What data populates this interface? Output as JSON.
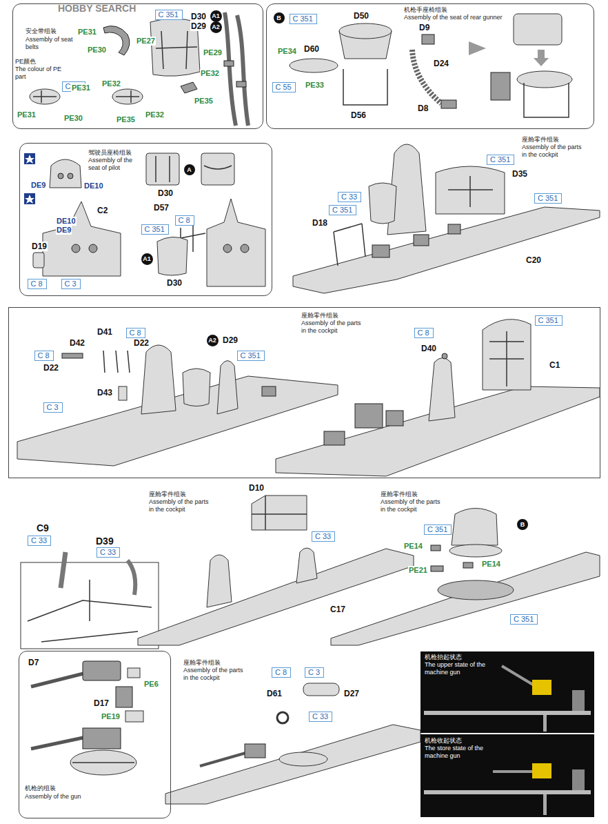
{
  "diagram": {
    "nodes": [
      {
        "text": [
          "安全带组装",
          "Assembly of seat belts"
        ]
      },
      {
        "text": [
          "C 351"
        ],
        "in": 0
      },
      {
        "text": [
          "C 55"
        ],
        "in": 0
      },
      {
        "text": [
          "A1"
        ],
        "in": 0
      },
      {
        "text": [
          "A2"
        ],
        "in": 0
      },
      {
        "text": [
          "机枪手座椅组装",
          "Assembly of the seat of rear gunner"
        ]
      },
      {
        "text": [
          "B"
        ],
        "in": 5
      },
      {
        "text": [
          "C 351"
        ],
        "in": 5
      },
      {
        "text": [
          "C 55"
        ],
        "in": 5
      },
      {
        "text": [
          "驾驶员座椅组装",
          "Assembly of the seat of pilot"
        ]
      },
      {
        "text": [
          "C 8"
        ],
        "in": 9
      },
      {
        "text": [
          "C 3"
        ],
        "in": 9
      },
      {
        "text": [
          "A"
        ],
        "in": 9
      },
      {
        "text": [
          "C 8"
        ],
        "in": 9
      },
      {
        "text": [
          "C 351"
        ],
        "in": 9
      },
      {
        "text": [
          "A1"
        ],
        "in": 9
      },
      {
        "text": [
          "C 351"
        ]
      },
      {
        "text": [
          "C 351"
        ]
      },
      {
        "text": [
          "C 33"
        ]
      },
      {
        "text": [
          "C 351"
        ]
      },
      {
        "text": [
          "座舱零件组装",
          "Assembly of the parts in the cockpit"
        ]
      },
      {
        "text": [
          "C 8"
        ],
        "in": 20
      },
      {
        "text": [
          "C 8"
        ],
        "in": 20
      },
      {
        "text": [
          "A2"
        ],
        "in": 20
      },
      {
        "text": [
          "C 351"
        ],
        "in": 20
      },
      {
        "text": [
          "C 3"
        ],
        "in": 20
      },
      {
        "text": [
          "C 8"
        ],
        "in": 20
      },
      {
        "text": [
          "C 351"
        ],
        "in": 20
      },
      {
        "text": [
          "C 33"
        ]
      },
      {
        "text": [
          "C 33"
        ]
      },
      {
        "text": [
          "C 33"
        ]
      },
      {
        "text": [
          "C 351"
        ]
      },
      {
        "text": [
          "B"
        ]
      },
      {
        "text": [
          "C 351"
        ]
      },
      {
        "text": [
          "机枪的组装",
          "Assembly of the gun"
        ]
      },
      {
        "text": [
          "C 8"
        ]
      },
      {
        "text": [
          "C 3"
        ]
      },
      {
        "text": [
          "C 33"
        ]
      }
    ],
    "labels": [
      "HOBBY SEARCH",
      "PE31",
      "PE27",
      "D30",
      "D29",
      "PE颜色",
      "The colour of PE part",
      "PE30",
      "PE29",
      "PE32",
      "PE35",
      "PE31",
      "PE31",
      "PE30",
      "PE32",
      "PE35",
      "PE32",
      "D50",
      "D9",
      "PE34",
      "D60",
      "PE33",
      "D24",
      "D8",
      "D56",
      "DE9",
      "DE10",
      "C2",
      "DE10",
      "DE9",
      "D19",
      "D30",
      "D57",
      "D30",
      "座舱零件组装",
      "Assembly of the parts in the cockpit",
      "D35",
      "D18",
      "C20",
      "D41",
      "D42",
      "D22",
      "D22",
      "D29",
      "D43",
      "D40",
      "C1",
      "C9",
      "D39",
      "座舱零件组装",
      "Assembly of the parts in the cockpit",
      "D10",
      "座舱零件组装",
      "Assembly of the parts in the cockpit",
      "PE14",
      "PE14",
      "PE21",
      "C17",
      "D7",
      "PE6",
      "D17",
      "PE19",
      "座舱零件组装",
      "Assembly of the parts in the cockpit",
      "D61",
      "D27",
      "机枪抬起状态",
      "The upper state of the machine gun",
      "机枪收起状态",
      "The store state of the machine gun"
    ]
  }
}
